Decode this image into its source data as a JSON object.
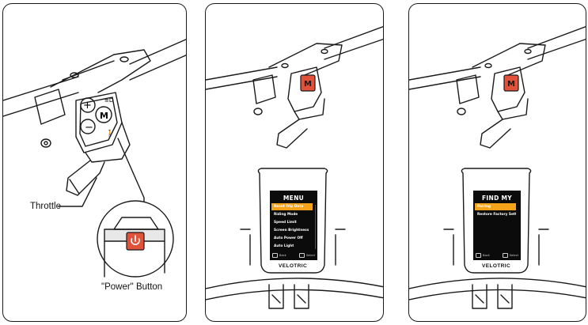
{
  "panel1": {
    "throttle_label": "Throttle",
    "power_button_label": "\"Power\" Button",
    "icons": [
      "plus-icon",
      "minus-icon",
      "headlight-icon",
      "walk-icon",
      "power-icon"
    ],
    "mode_key_letter": "M"
  },
  "panel2": {
    "mode_key_letter": "M",
    "display": {
      "title": "MENU",
      "items": [
        "Reset Trip Data",
        "Riding Mode",
        "Speed Limit",
        "Screen Brightness",
        "Auto Power Off",
        "Auto Light"
      ],
      "selected_index": 0,
      "footer_back": "Back",
      "footer_select": "Select",
      "brand": "VELOTRIC"
    }
  },
  "panel3": {
    "mode_key_letter": "M",
    "display": {
      "title": "FIND MY",
      "items": [
        "Pairing",
        "Restore Factory Setting"
      ],
      "selected_index": 0,
      "footer_back": "Back",
      "footer_select": "Select",
      "brand": "VELOTRIC"
    }
  },
  "colors": {
    "accent_red": "#e0523a",
    "highlight_orange": "#f5a31a",
    "line": "#1a1a1a"
  }
}
